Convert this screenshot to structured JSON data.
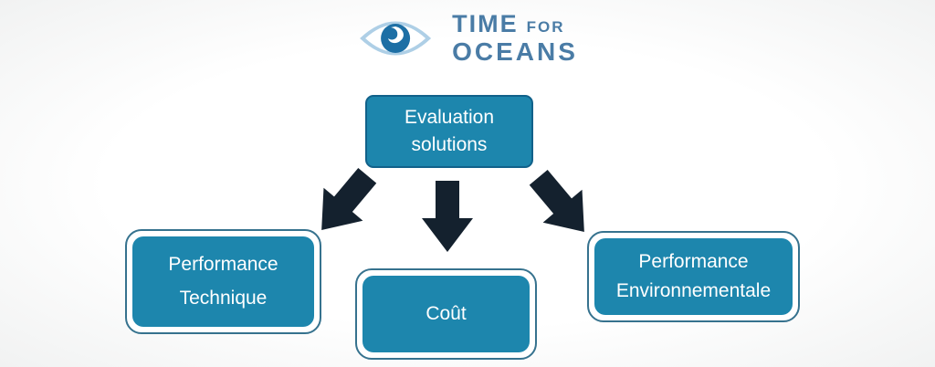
{
  "logo": {
    "time": "TIME",
    "for": "FOR",
    "oceans": "OCEANS"
  },
  "diagram": {
    "root": {
      "lines": [
        "Evaluation",
        "solutions"
      ]
    },
    "children": [
      {
        "id": "performance-technique",
        "lines": [
          "Performance",
          "Technique"
        ]
      },
      {
        "id": "cout",
        "lines": [
          "Coût"
        ]
      },
      {
        "id": "performance-environnementale",
        "lines": [
          "Performance",
          "Environnementale"
        ]
      }
    ]
  },
  "colors": {
    "box_fill": "#1d86ad",
    "box_border": "#36728e",
    "arrow": "#14212e",
    "logo_text_blue": "#4a7ca6",
    "eye_outline_blue": "#aecfe6",
    "iris_blue": "#1d6fa5",
    "text_on_box": "#ffffff"
  }
}
